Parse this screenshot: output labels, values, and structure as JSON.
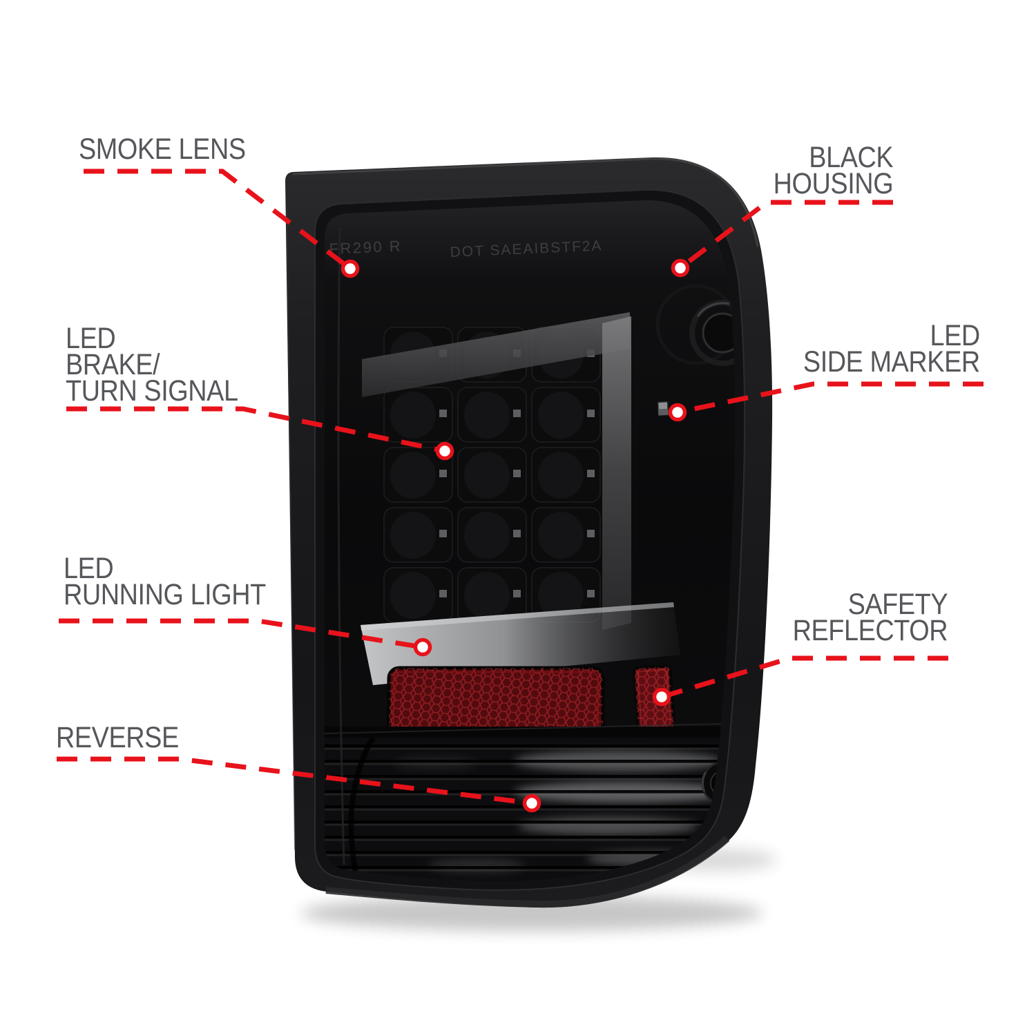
{
  "colors": {
    "background": "#ffffff",
    "accent_red": "#e8121b",
    "label_gray": "#56575b",
    "housing_black": "#1b1b1d",
    "reflector_red": "#5a0d10"
  },
  "callouts": [
    {
      "id": "smoke-lens",
      "side": "left",
      "lines": [
        "SMOKE LENS"
      ]
    },
    {
      "id": "black-housing",
      "side": "right",
      "lines": [
        "BLACK",
        "HOUSING"
      ]
    },
    {
      "id": "led-brake-turn-signal",
      "side": "left",
      "lines": [
        "LED",
        "BRAKE/",
        "TURN SIGNAL"
      ]
    },
    {
      "id": "led-side-marker",
      "side": "right",
      "lines": [
        "LED",
        "SIDE MARKER"
      ]
    },
    {
      "id": "led-running-light",
      "side": "left",
      "lines": [
        "LED",
        "RUNNING LIGHT"
      ]
    },
    {
      "id": "safety-reflector",
      "side": "right",
      "lines": [
        "SAFETY",
        "REFLECTOR"
      ]
    },
    {
      "id": "reverse",
      "side": "left",
      "lines": [
        "REVERSE"
      ]
    }
  ],
  "lens_markings": [
    "FR290 R",
    "DOT SAEAIBSTF2A"
  ]
}
